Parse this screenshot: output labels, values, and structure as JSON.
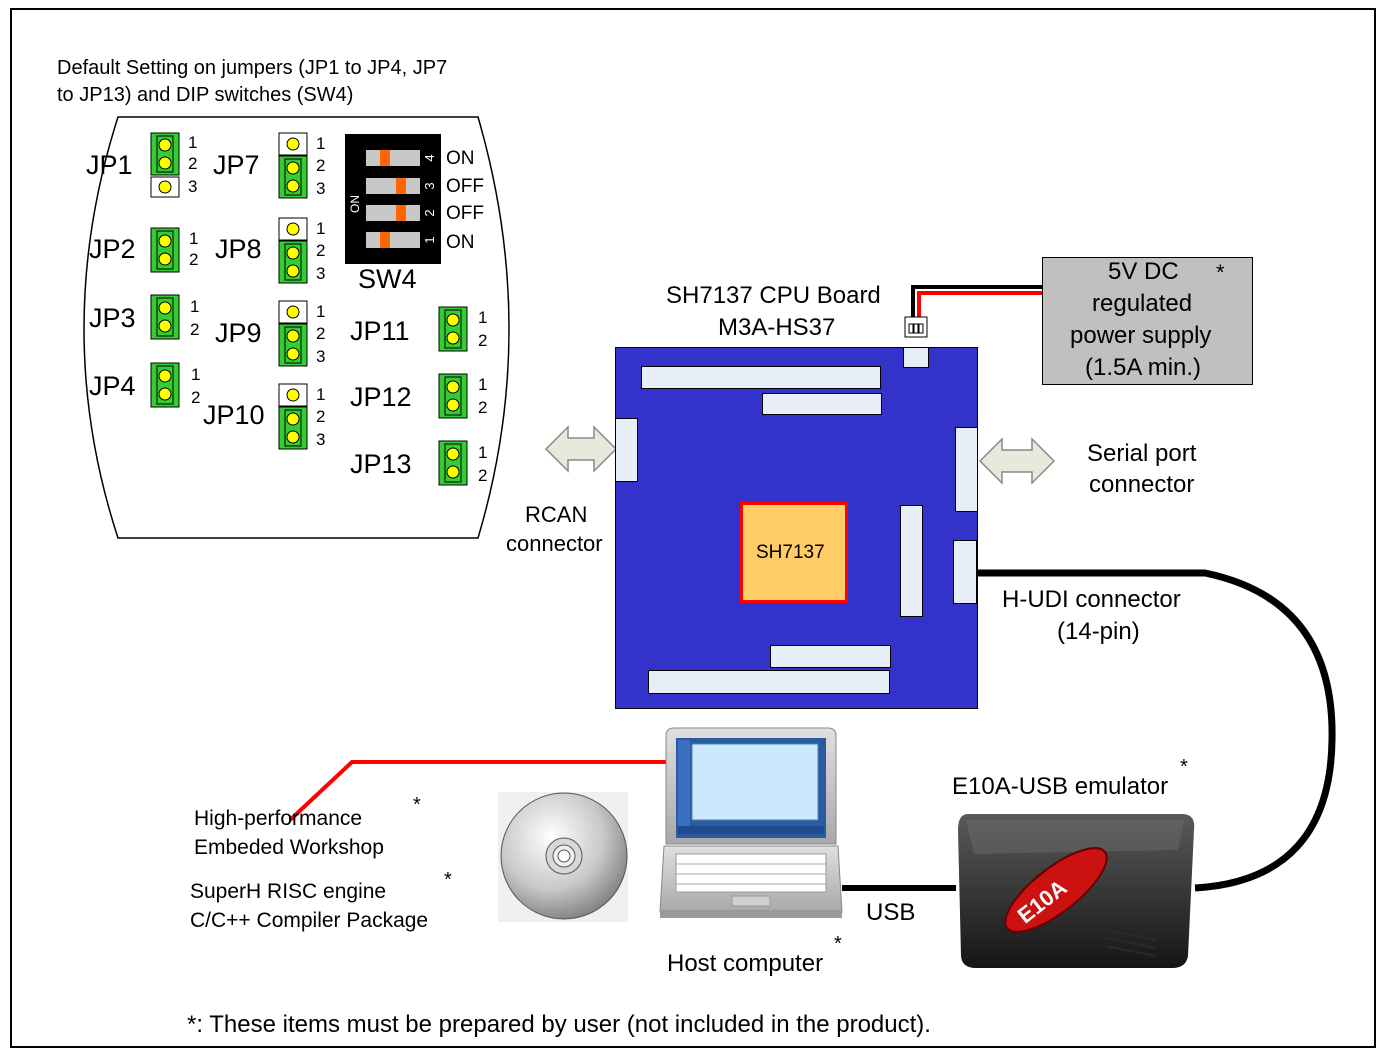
{
  "jumper_panel": {
    "title_line1": "Default Setting on jumpers (JP1 to  JP4, JP7",
    "title_line2": "to  JP13) and DIP switches (SW4)",
    "jumpers": [
      {
        "label": "JP1",
        "pins": 3,
        "setting": "1-2"
      },
      {
        "label": "JP2",
        "pins": 2,
        "setting": "1-2"
      },
      {
        "label": "JP3",
        "pins": 2,
        "setting": "1-2"
      },
      {
        "label": "JP4",
        "pins": 2,
        "setting": "1-2"
      },
      {
        "label": "JP7",
        "pins": 3,
        "setting": "2-3"
      },
      {
        "label": "JP8",
        "pins": 3,
        "setting": "2-3"
      },
      {
        "label": "JP9",
        "pins": 3,
        "setting": "2-3"
      },
      {
        "label": "JP10",
        "pins": 3,
        "setting": "2-3"
      },
      {
        "label": "JP11",
        "pins": 2,
        "setting": "1-2"
      },
      {
        "label": "JP12",
        "pins": 2,
        "setting": "1-2"
      },
      {
        "label": "JP13",
        "pins": 2,
        "setting": "1-2"
      }
    ],
    "pin_numbers": [
      "1",
      "2",
      "3"
    ],
    "dip": {
      "label": "SW4",
      "on_marker": "ON",
      "switches": [
        {
          "num": "4",
          "state": "ON"
        },
        {
          "num": "3",
          "state": "OFF"
        },
        {
          "num": "2",
          "state": "OFF"
        },
        {
          "num": "1",
          "state": "ON"
        }
      ]
    }
  },
  "board": {
    "name_line1": "SH7137 CPU Board",
    "name_line2": "M3A-HS37",
    "chip": "SH7137"
  },
  "power": {
    "line1": "5V DC",
    "line2": "regulated",
    "line3": "power supply",
    "line4": "(1.5A min.)",
    "asterisk": "*"
  },
  "connectors": {
    "rcan_line1": "RCAN",
    "rcan_line2": "connector",
    "serial_line1": "Serial port",
    "serial_line2": "connector",
    "hudi_line1": "H-UDI connector",
    "hudi_line2": "(14-pin)",
    "usb": "USB"
  },
  "emulator": {
    "label": "E10A-USB emulator",
    "asterisk": "*",
    "device_text": "E10A"
  },
  "host": {
    "label": "Host computer",
    "asterisk": "*"
  },
  "software": {
    "hew_line1": "High-performance",
    "hew_line2": "Embeded Workshop",
    "hew_asterisk": "*",
    "compiler_line1": "SuperH RISC engine",
    "compiler_line2": "C/C++ Compiler Package",
    "compiler_asterisk": "*"
  },
  "footnote": "*: These items must be prepared by user (not included in the product).",
  "colors": {
    "board_blue": "#3333cc",
    "connector_fill": "#e8eef8",
    "chip_fill": "#ffcc66",
    "chip_border": "#ff0000",
    "jumper_green": "#33cc33",
    "pin_yellow": "#ffff00",
    "psu_gray": "#c0c0c0",
    "arrow_fill": "#e6eadc",
    "red_arrow": "#ff0000"
  }
}
